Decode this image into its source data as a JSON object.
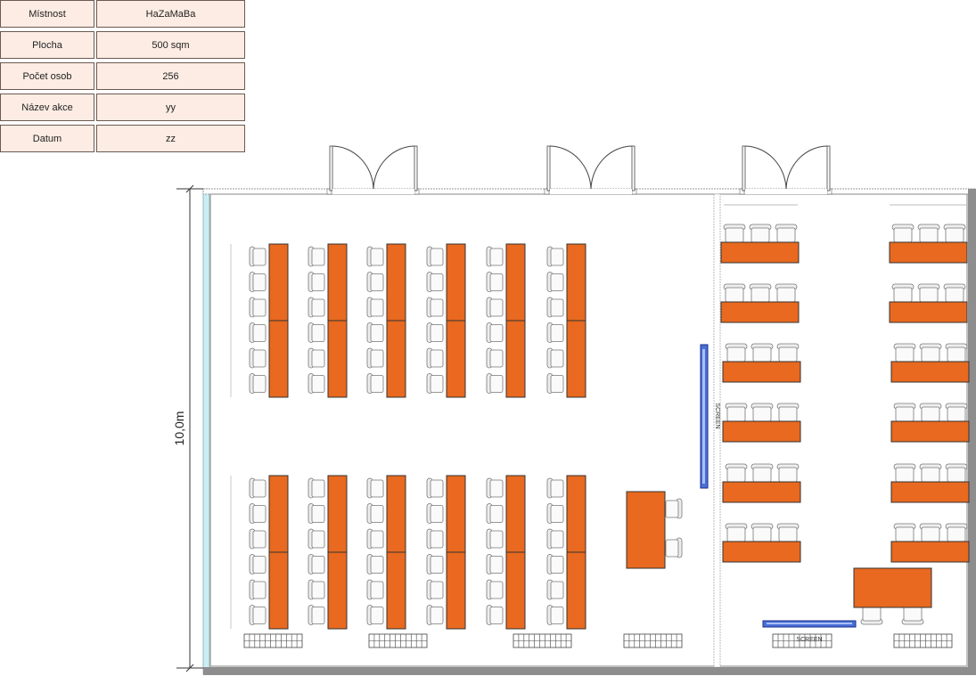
{
  "info_table": [
    {
      "label": "Místnost",
      "value": "HaZaMaBa"
    },
    {
      "label": "Plocha",
      "value": "500 sqm"
    },
    {
      "label": "Počet osob",
      "value": "256"
    },
    {
      "label": "Název akce",
      "value": "yy"
    },
    {
      "label": "Datum",
      "value": "zz"
    }
  ],
  "floor_plan": {
    "dimension_label": "10,0m",
    "screen_label": "SCREEN",
    "colors": {
      "table": "#e8691f",
      "chair": "#eeeeee",
      "wall": "#a8a8a8",
      "window": "#c9eef4",
      "screen": "#4a6fd8"
    },
    "left_room": {
      "classroom_blocks": 2,
      "table_columns": 6,
      "chairs_per_column": 6,
      "side_table_chairs": 2,
      "radiators": 4
    },
    "right_room": {
      "table_rows": 6,
      "table_groups_per_row": 2,
      "chairs_per_table": 3,
      "head_table_chairs": 2,
      "radiators": 2
    },
    "doors": 3
  }
}
